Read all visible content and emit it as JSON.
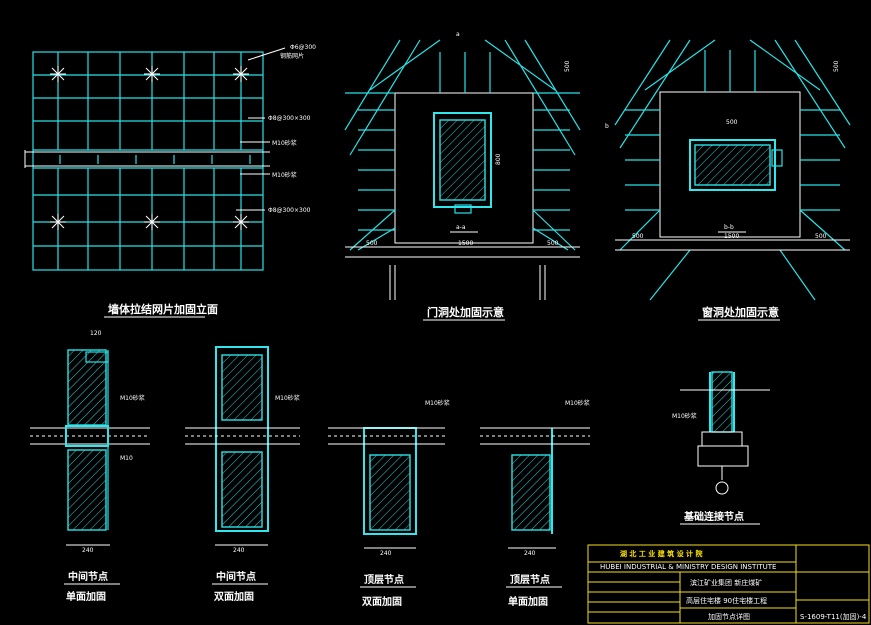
{
  "views": {
    "elevation": {
      "title": "墙体拉结网片加固立面"
    },
    "door": {
      "title": "门洞处加固示意",
      "section": "a-a",
      "dim_left": "500",
      "dim_mid": "1500",
      "dim_right": "500",
      "dim_top": "500",
      "dim_height": "800",
      "label_a": "a"
    },
    "window": {
      "title": "窗洞处加固示意",
      "section": "b-b",
      "dim_left": "500",
      "dim_mid": "1500",
      "dim_right": "500",
      "dim_top": "500",
      "dim_width": "500",
      "label_b": "b"
    },
    "node1": {
      "title": "中间节点",
      "subtitle": "单面加固",
      "dim": "240",
      "dim_top": "120"
    },
    "node2": {
      "title": "中间节点",
      "subtitle": "双面加固",
      "dim": "240"
    },
    "node3": {
      "title": "顶层节点",
      "subtitle": "双面加固",
      "dim": "240"
    },
    "node4": {
      "title": "顶层节点",
      "subtitle": "单面加固",
      "dim": "240"
    },
    "foundation": {
      "title": "基础连接节点"
    }
  },
  "title_block": {
    "institute": "湖 北 工 业 建 筑 设 计 院",
    "institute_en": "HUBEI INDUSTRIAL & MINISTRY DESIGN INSTITUTE",
    "client": "滨江矿业集团  新庄煤矿",
    "project": "高层住宅楼  90住宅楼工程",
    "drawing": "加固节点详图",
    "drawing_no": "S-1609-T11(加固)-4"
  }
}
